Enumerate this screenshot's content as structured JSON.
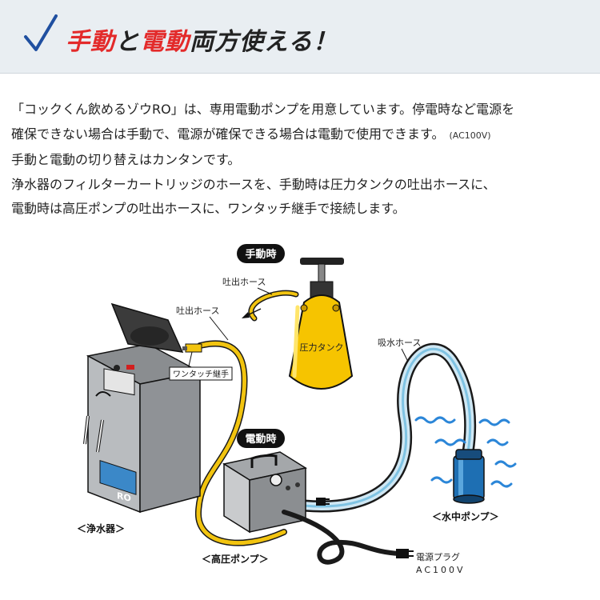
{
  "header": {
    "title_part1": "手動",
    "title_part2": "と",
    "title_part3": "電動",
    "title_part4": "両方使える！",
    "accent_color": "#e32a2a",
    "check_color": "#1f4fa0"
  },
  "intro": {
    "line1": "「コックくん飲めるゾウRO」は、専用電動ポンプを用意しています。停電時など電源を",
    "line2": "確保できない場合は手動で、電源が確保できる場合は電動で使用できます。",
    "line2_note": "(AC100V)",
    "line3": "手動と電動の切り替えはカンタンです。",
    "line4": "浄水器のフィルターカートリッジのホースを、手動時は圧力タンクの吐出ホースに、",
    "line5": "電動時は高圧ポンプの吐出ホースに、ワンタッチ継手で接続します。"
  },
  "diagram": {
    "manual_badge": "手動時",
    "electric_badge": "電動時",
    "discharge_hose_tank": "吐出ホース",
    "discharge_hose_purifier": "吐出ホース",
    "pressure_tank": "圧力タンク",
    "one_touch_joint": "ワンタッチ継手",
    "suction_hose": "吸水ホース",
    "purifier_label": "＜浄水器＞",
    "high_pressure_pump_label": "＜高圧ポンプ＞",
    "submersible_pump_label": "＜水中ポンプ＞",
    "power_plug_line1": "電源プラグ",
    "power_plug_line2": "AC100V",
    "product_logo": "RO"
  }
}
